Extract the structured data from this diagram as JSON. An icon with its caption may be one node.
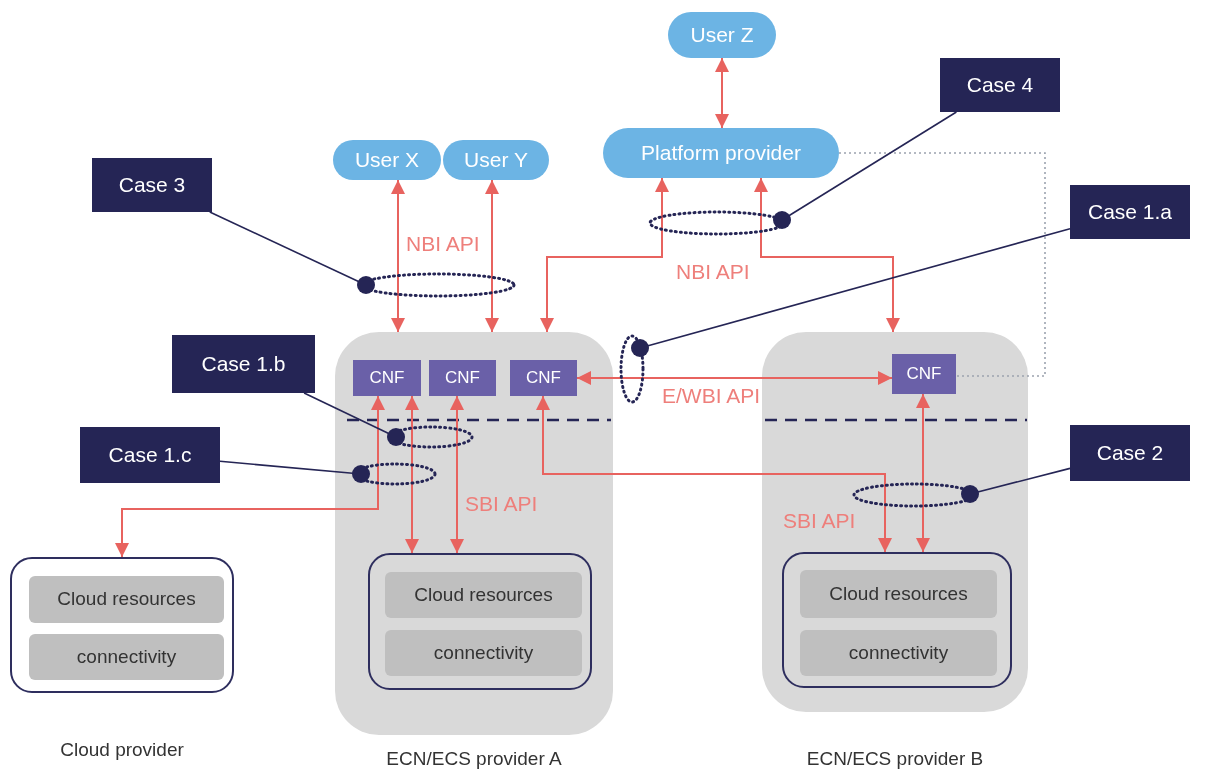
{
  "diagram": {
    "nodes": [
      {
        "text": [
          "User X"
        ]
      },
      {
        "text": [
          "User Y"
        ]
      },
      {
        "text": [
          "User Z"
        ]
      },
      {
        "text": [
          "Platform provider"
        ]
      },
      {
        "text": [
          "Case 4"
        ]
      },
      {
        "text": [
          "Case 3"
        ]
      },
      {
        "text": [
          "Case 1.a"
        ]
      },
      {
        "text": [
          "Case 1.b"
        ]
      },
      {
        "text": [
          "Case 1.c"
        ]
      },
      {
        "text": [],
        "shape": "box",
        "beside": [
          "ECN/ECS provider A"
        ]
      },
      {
        "text": [
          "CNF"
        ],
        "in": 9
      },
      {
        "text": [
          "CNF"
        ],
        "in": 9
      },
      {
        "text": [
          "CNF"
        ],
        "in": 9
      },
      {
        "text": [],
        "shape": "box",
        "in": 9
      },
      {
        "text": [
          "Cloud resources"
        ],
        "in": 13
      },
      {
        "text": [
          "connectivity"
        ],
        "in": 13
      },
      {
        "text": [],
        "shape": "box",
        "beside": [
          "ECN/ECS provider B"
        ]
      },
      {
        "text": [
          "CNF"
        ],
        "in": 16
      },
      {
        "text": [],
        "shape": "box",
        "in": 16
      },
      {
        "text": [
          "Cloud resources"
        ],
        "in": 18
      },
      {
        "text": [
          "connectivity"
        ],
        "in": 18
      },
      {
        "text": [],
        "shape": "box",
        "beside": [
          "Cloud provider"
        ]
      },
      {
        "text": [
          "Cloud resources"
        ],
        "in": 21
      },
      {
        "text": [
          "connectivity"
        ],
        "in": 21
      },
      {
        "text": [
          "Case 2"
        ]
      }
    ],
    "edges": [
      {
        "from": 0,
        "to": 9,
        "arrow": "both"
      },
      {
        "from": 1,
        "to": 9,
        "arrow": "both"
      },
      {
        "from": 2,
        "to": 3,
        "arrow": "both"
      },
      {
        "from": 3,
        "to": 9,
        "arrow": "both"
      },
      {
        "from": 3,
        "to": 16,
        "arrow": "both"
      },
      {
        "from": 12,
        "to": 17,
        "arrow": "both"
      },
      {
        "from": 10,
        "to": 21,
        "arrow": "both"
      },
      {
        "from": 10,
        "to": 13,
        "arrow": "both"
      },
      {
        "from": 11,
        "to": 13,
        "arrow": "both"
      },
      {
        "from": 12,
        "to": 18,
        "arrow": "both"
      },
      {
        "from": 17,
        "to": 18,
        "arrow": "both"
      },
      {
        "from": 3,
        "to": 17,
        "arrow": "none",
        "style": "dashed",
        "color": "#9ca3af"
      },
      {
        "from": 5,
        "to": null,
        "arrow": "other",
        "color": "#252555"
      },
      {
        "from": 4,
        "to": null,
        "arrow": "other",
        "color": "#252555"
      },
      {
        "from": 6,
        "to": 9,
        "arrow": "other",
        "color": "#252555"
      },
      {
        "from": 7,
        "to": null,
        "arrow": "other",
        "color": "#252555"
      },
      {
        "from": 8,
        "to": 9,
        "arrow": "other",
        "color": "#252555"
      },
      {
        "from": 24,
        "to": null,
        "arrow": "other",
        "color": "#252555"
      }
    ],
    "labels": [
      "NBI API",
      "NBI API",
      "E/WBI API",
      "SBI API",
      "SBI API"
    ]
  }
}
